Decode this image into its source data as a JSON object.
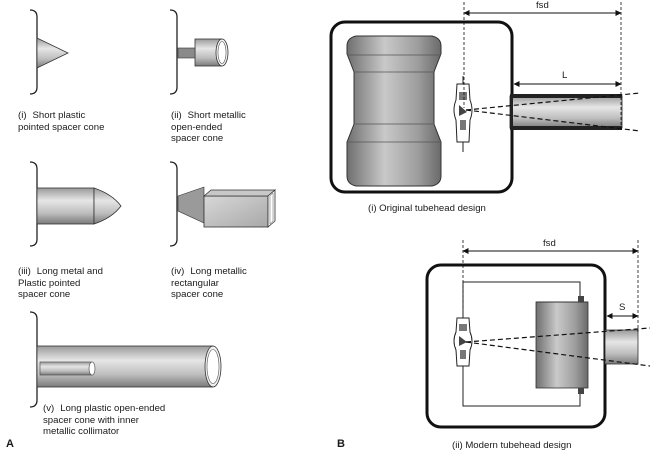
{
  "panel_a": {
    "letter": "A",
    "items": [
      {
        "num": "(i)",
        "line1": "Short plastic",
        "line2": "pointed spacer cone",
        "line3": ""
      },
      {
        "num": "(ii)",
        "line1": "Short metallic",
        "line2": "open-ended",
        "line3": "spacer cone"
      },
      {
        "num": "(iii)",
        "line1": "Long metal and",
        "line2": "Plastic pointed",
        "line3": "spacer cone"
      },
      {
        "num": "(iv)",
        "line1": "Long metallic",
        "line2": "rectangular",
        "line3": "spacer cone"
      },
      {
        "num": "(v)",
        "line1": "Long plastic open-ended",
        "line2": "spacer cone with inner",
        "line3": "metallic collimator"
      }
    ]
  },
  "panel_b": {
    "letter": "B",
    "original": {
      "caption": "(i) Original tubehead design",
      "fsd_label": "fsd",
      "length_label": "L"
    },
    "modern": {
      "caption": "(ii) Modern tubehead design",
      "fsd_label": "fsd",
      "length_label": "S"
    }
  }
}
